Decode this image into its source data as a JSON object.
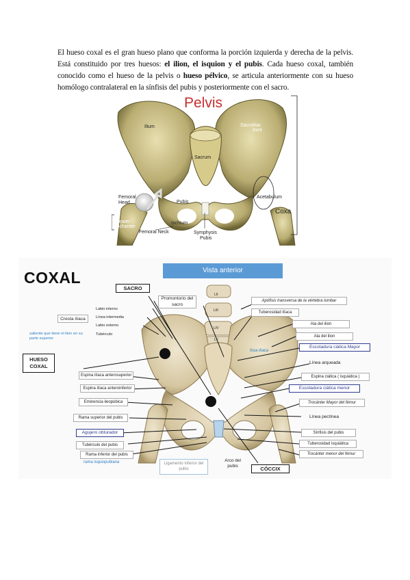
{
  "paragraph": {
    "part1": "El hueso coxal es el gran hueso plano que conforma la porción izquierda y derecha de la pelvis. Está constituido por tres huesos: ",
    "bold1": "el ilion, el isquion y el pubis",
    "part2": ". Cada hueso coxal, también conocido como el hueso de la pelvis o ",
    "bold2": "hueso pélvico",
    "part3": ", se articula anteriormente con su hueso homólogo contralateral en la sínfisis del pubis y posteriormente con el sacro."
  },
  "figure1": {
    "title": "Pelvis",
    "labels": {
      "ilium": "Ilium",
      "sacroiliac_1": "Sacroiliac",
      "sacroiliac_2": "Joint",
      "sacrum": "Sacrum",
      "femoral_head_1": "Femoral",
      "femoral_head_2": "Head",
      "pubis": "Pubis",
      "acetabulum": "Acetabulum",
      "greater_trochanter_1": "Greater",
      "greater_trochanter_2": "Trochanter",
      "ischium": "Ischium",
      "femoral_neck": "Femoral Neck",
      "symphysis_1": "Symphysis",
      "symphysis_2": "Pubis"
    },
    "coxa": "Coxa"
  },
  "figure2": {
    "title": "COXAL",
    "header": "Vista  anterior",
    "sacro": "SACRO",
    "promontorio": "Promontorio del sacro",
    "vertebrae": [
      "LII",
      "LIII",
      "LIV",
      "LV"
    ],
    "cresta_iliaca": "Cresta ilíaca",
    "cresta_note": "saliente que tiene el ilion en su parte superior",
    "cresta_items": [
      "Labio interno",
      "Línea intermedia",
      "Labio externo",
      "Tubérculo"
    ],
    "hueso_coxal": "HUESO COXAL",
    "left_labels": {
      "espina_antero_superior": "Espina ilíaca anterosuperior",
      "espina_antero_inferior": "Espina ilíaca anteroinferior",
      "eminencia": "Eminencia ileopúbica",
      "rama_superior": "Rama superior del pubis",
      "agujero": "Agujero obturador",
      "tuberculo_pubis": "Tubérculo del pubis",
      "rama_inferior": "Rama inferior del pubis",
      "rama_isquio": "rama isquiopubiana"
    },
    "ligamento": "Ligamento inferior del pubis",
    "arco": "Arco del pubis",
    "coccix": "CÓCCIX",
    "right_labels": {
      "apofisis": "Apófisis transversa de la vértebra lumbar",
      "tuberosidad_iliaca": "Tuberosidad ilíaca",
      "ala_ilion_1": "Ala del ilion",
      "ala_ilion_2": "Ala del ilion",
      "fosa_iliaca": "fosa ilíaca",
      "escotadura_mayor": "Escotadura ciática Mayor",
      "linea_arqueada": "Línea arqueada",
      "espina_ciatica": "Espina ciática  ( isquiática )",
      "escotadura_menor": "Escotadura ciática menor",
      "trocanter_mayor": "Trocánter Mayor del fémur",
      "linea_pectinea": "Línea pectínea",
      "sinfisis": "Sínfisis del pubis",
      "tuberosidad_isquiatica": "Tuberosidad isquiática",
      "trocanter_menor": "Trocánter menor del fémur"
    },
    "colors": {
      "header": "#5b9bd5",
      "blue_box": "#2e3a8c",
      "bone": "#d8c9a4"
    }
  }
}
